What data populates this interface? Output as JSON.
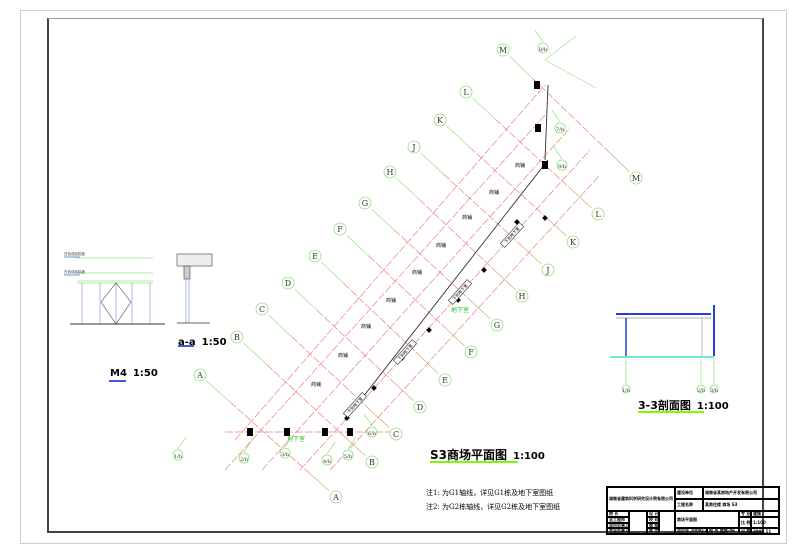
{
  "plan": {
    "title": "S3商场平面图",
    "scale": "1:100",
    "axes_left": [
      "A",
      "B",
      "C",
      "D",
      "E",
      "F",
      "G",
      "H",
      "J",
      "K",
      "L",
      "M"
    ],
    "axes_right": [
      "A",
      "B",
      "C",
      "D",
      "E",
      "F",
      "G",
      "H",
      "J",
      "K",
      "L",
      "M"
    ],
    "numbered_axes": [
      "1/b",
      "2/b",
      "3/b",
      "4/b",
      "5/b",
      "6/b",
      "7/b",
      "8/b",
      "9/b"
    ],
    "room_labels": [
      "商铺",
      "商铺",
      "商铺",
      "商铺",
      "商铺",
      "商铺",
      "商铺",
      "商铺",
      "商铺"
    ],
    "basement_labels": [
      "地下室",
      "地下室"
    ],
    "stair_labels": [
      "下到地下室",
      "下到地下室",
      "下到地下室",
      "下到地下室"
    ]
  },
  "elevation_m4": {
    "title": "M4",
    "scale": "1:50",
    "level_labels": [
      "白色成品铝板",
      "白色成品铝板"
    ]
  },
  "section_aa": {
    "title": "a-a",
    "scale": "1:50"
  },
  "section_33": {
    "title": "3-3剖面图",
    "scale": "1:100",
    "axis_labels": [
      "1/b",
      "2/b",
      "3/b"
    ]
  },
  "notes": [
    "注1:    为G1轴线，详见G1栋及地下室图纸",
    "注2:  为G2栋轴线，详见G2栋及地下室图纸"
  ],
  "title_block": {
    "company": "湖南省建筑科学研究设计院有限公司",
    "client_label": "建设单位",
    "client": "湖南省某房地产开发有限公司",
    "project_label": "工程名称",
    "project": "某商住楼 商场 S3",
    "roles": [
      "院 长",
      "总工程师",
      "项目负责人",
      "专业负责人"
    ],
    "roles2": [
      "设 计",
      "校 对",
      "审 核",
      "审 定"
    ],
    "drawing_name": "商场平面图",
    "fields": [
      [
        "专 业",
        "建施"
      ],
      [
        "比 例",
        "1:100"
      ],
      [
        "日 期",
        "2008.11"
      ]
    ],
    "project_no": "项目号 2008J-36",
    "sheet_no": "图 号 建施-06"
  }
}
